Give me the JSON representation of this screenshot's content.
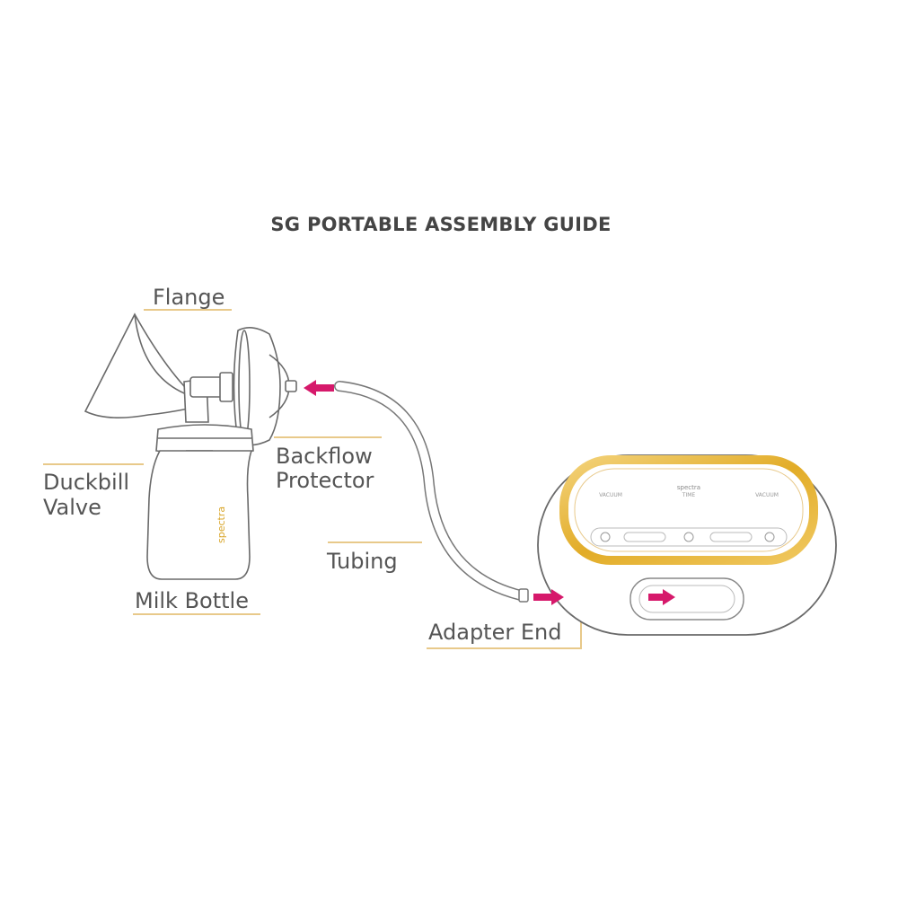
{
  "title": "SG PORTABLE ASSEMBLY GUIDE",
  "labels": {
    "flange": "Flange",
    "backflow_line1": "Backflow",
    "backflow_line2": "Protector",
    "duckbill_line1": "Duckbill",
    "duckbill_line2": "Valve",
    "tubing": "Tubing",
    "milk_bottle": "Milk Bottle",
    "adapter_end": "Adapter End"
  },
  "brand": "spectra",
  "device_panel": {
    "left_label": "VACUUM",
    "center_label": "TIME",
    "right_label": "VACUUM"
  },
  "colors": {
    "leader_line": "#e8c98a",
    "arrow": "#d6196b",
    "device_ring": "#e4b12a",
    "outline": "#6a6a6a"
  }
}
